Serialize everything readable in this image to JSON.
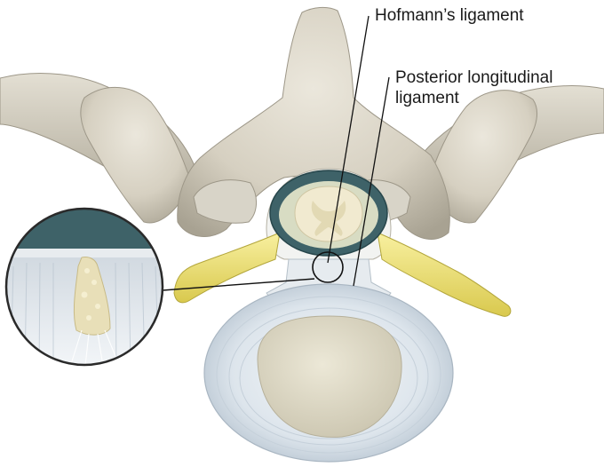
{
  "labels": {
    "hofmann": "Hofmann’s ligament",
    "posterior_line1": "Posterior longitudinal",
    "posterior_line2": "ligament"
  },
  "colors": {
    "bone": "#d9d4c6",
    "bone_shadow": "#a9a393",
    "nerve": "#f1e47a",
    "dura": "#3e6268",
    "cord": "#f1ead0",
    "disc_ring": "#e8eef3",
    "disc_core": "#ddd8c4",
    "leader_line": "#111111"
  }
}
